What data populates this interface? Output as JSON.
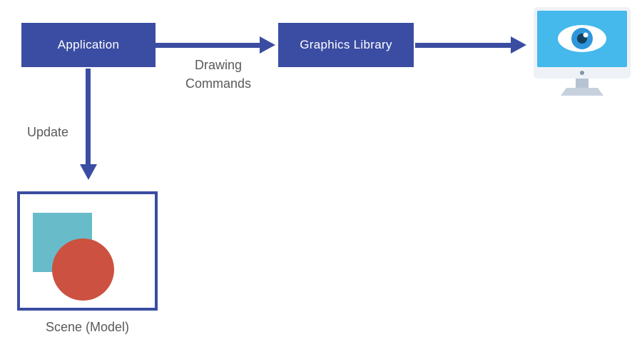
{
  "diagram": {
    "nodes": {
      "application": {
        "label": "Application"
      },
      "graphics_library": {
        "label": "Graphics Library"
      },
      "scene": {
        "label": "Scene (Model)"
      }
    },
    "edges": {
      "drawing_commands": {
        "label": "Drawing Commands"
      },
      "update": {
        "label": "Update"
      }
    },
    "icons": {
      "monitor": "monitor-with-eye-icon"
    },
    "colors": {
      "node_fill": "#3b4da2",
      "node_text": "#ffffff",
      "arrow": "#3b4da2",
      "label_text": "#595959",
      "scene_border": "#3b4da2",
      "scene_square": "#68bcca",
      "scene_circle": "#cd5140",
      "monitor_screen": "#45b8ec",
      "monitor_frame": "#eef2f7",
      "monitor_stand": "#b7c3d3",
      "eye_iris": "#2e96db",
      "eye_pupil": "#16405f"
    }
  }
}
